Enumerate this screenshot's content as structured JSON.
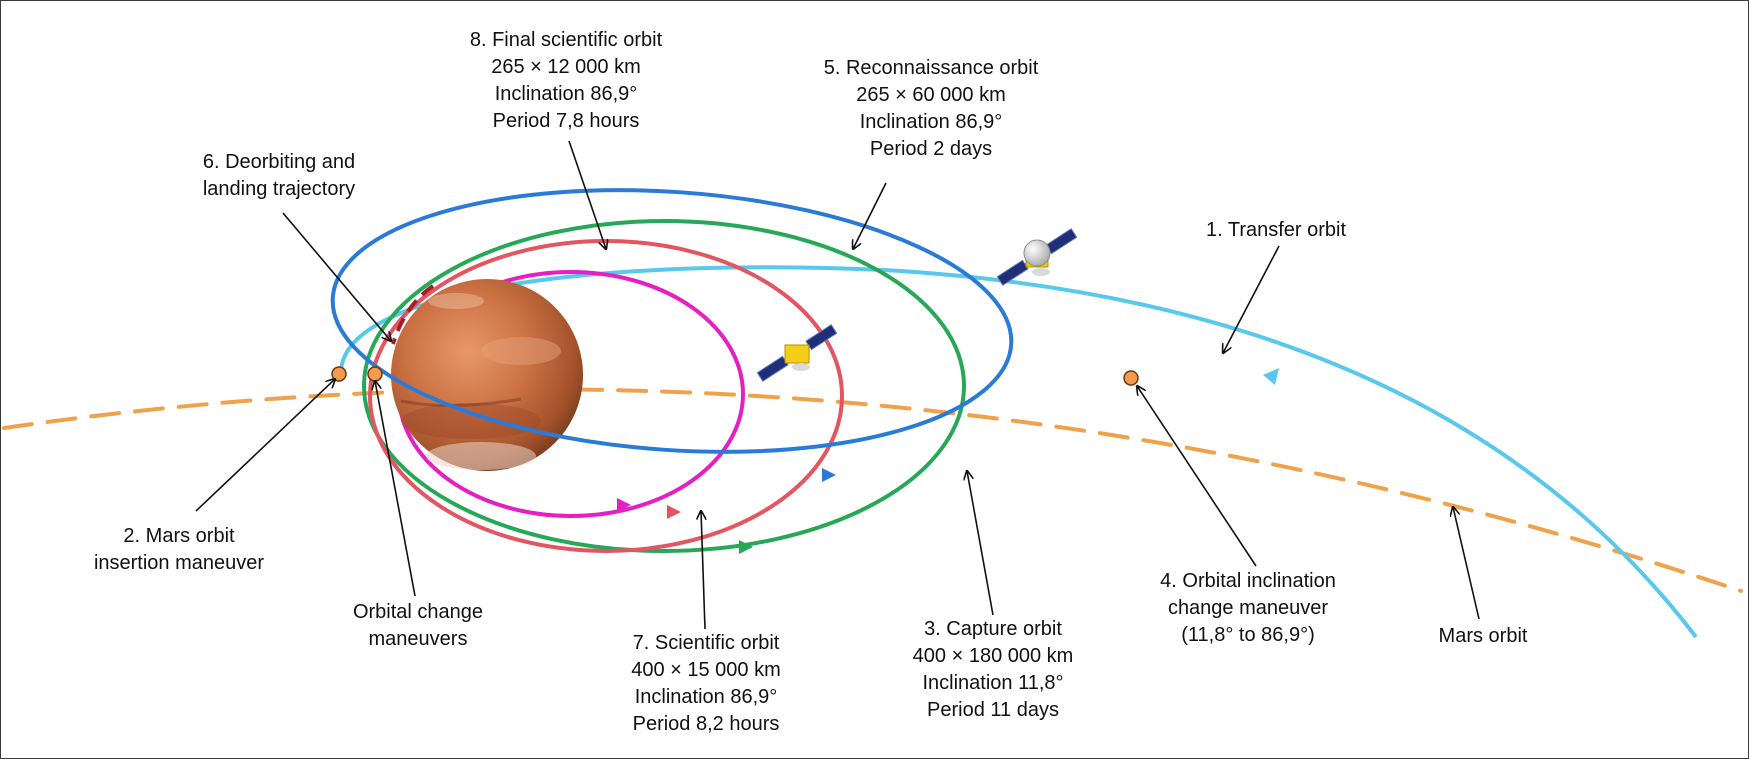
{
  "colors": {
    "transfer": "#58c8ec",
    "capture": "#2a7bd8",
    "reconnaissance": "#27a857",
    "scientific": "#e25561",
    "final": "#e51fc2",
    "deorbit": "#a31e25",
    "mars_orbit": "#f0a24a",
    "maneuver_point": "#f39b4e",
    "mars": "#c7683d"
  },
  "icons": [
    "mars-planet",
    "spacecraft-icon",
    "maneuver-point-marker",
    "direction-arrow"
  ],
  "labels": {
    "final_orbit": [
      "8. Final scientific orbit",
      "265 × 12 000 km",
      "Inclination 86,9°",
      "Period 7,8 hours"
    ],
    "recon_orbit": [
      "5. Reconnaissance orbit",
      "265 × 60 000 km",
      "Inclination 86,9°",
      "Period 2 days"
    ],
    "deorbit": [
      "6. Deorbiting and",
      "landing trajectory"
    ],
    "transfer": [
      "1. Transfer orbit"
    ],
    "insertion": [
      "2. Mars orbit",
      "insertion maneuver"
    ],
    "orbital_change": [
      "Orbital change",
      "maneuvers"
    ],
    "scientific": [
      "7. Scientific orbit",
      "400 × 15 000 km",
      "Inclination 86,9°",
      "Period 8,2 hours"
    ],
    "capture": [
      "3. Capture orbit",
      "400 × 180 000 km",
      "Inclination 11,8°",
      "Period 11 days"
    ],
    "inclination": [
      "4. Orbital inclination",
      "change maneuver",
      "(11,8° to 86,9°)"
    ],
    "mars_orbit": [
      "Mars orbit"
    ]
  }
}
